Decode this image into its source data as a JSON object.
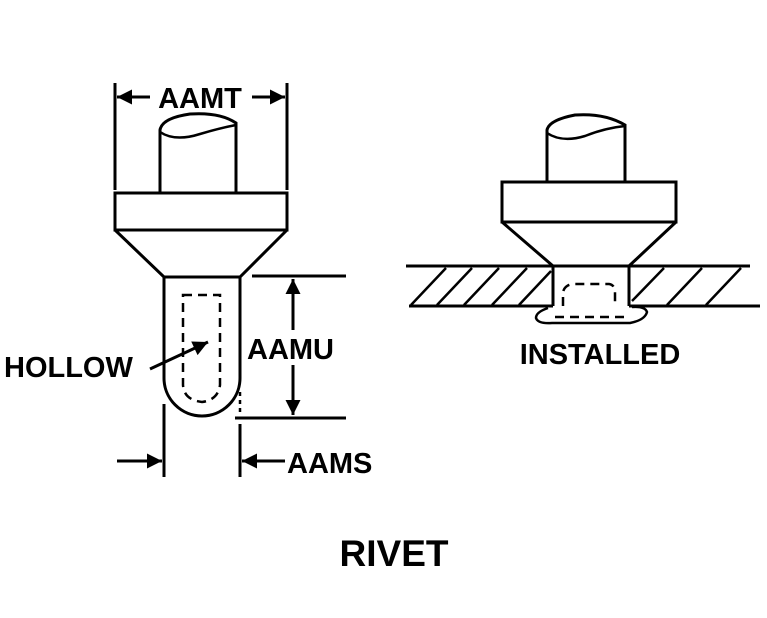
{
  "diagram": {
    "title": "RIVET",
    "labels": {
      "head_diameter": "AAMT",
      "shank_length": "AAMU",
      "shank_diameter": "AAMS",
      "hollow": "HOLLOW",
      "installed": "INSTALLED"
    },
    "views": [
      "uninstalled-rivet",
      "installed-rivet"
    ],
    "colors": {
      "ink": "#000000",
      "background": "#ffffff"
    }
  }
}
